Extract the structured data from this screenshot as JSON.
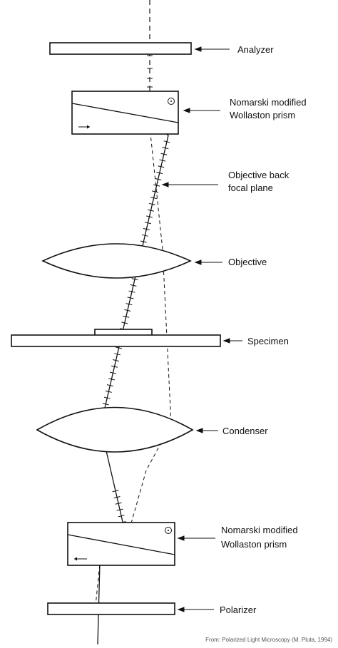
{
  "labels": {
    "analyzer": "Analyzer",
    "prism_top_line1": "Nomarski modified",
    "prism_top_line2": "Wollaston prism",
    "back_focal_line1": "Objective back",
    "back_focal_line2": "focal plane",
    "objective": "Objective",
    "specimen": "Specimen",
    "condenser": "Condenser",
    "prism_bottom_line1": "Nomarski modified",
    "prism_bottom_line2": "Wollaston prism",
    "polarizer": "Polarizer"
  },
  "credit": "From: Polarized Light Microscopy (M. Pluta, 1994)"
}
